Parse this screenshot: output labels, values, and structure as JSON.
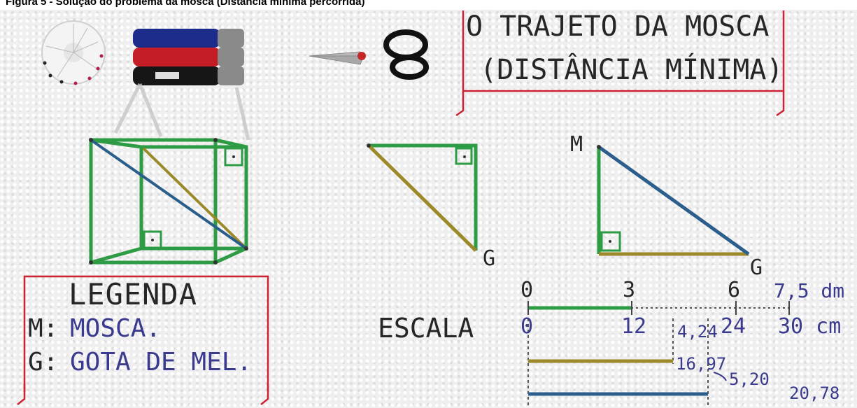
{
  "caption": "Figura 5 - Solução do problema da mosca (Distância mínima percorrida)",
  "title": {
    "line1": "O TRAJETO DA MOSCA",
    "line2": "(DISTÂNCIA MÍNIMA)"
  },
  "points": {
    "m": "M",
    "g1": "G",
    "g2": "G"
  },
  "legend": {
    "heading": "LEGENDA",
    "row1": {
      "key": "M:",
      "value": "MOSCA."
    },
    "row2": {
      "key": "G:",
      "value": "GOTA DE MEL."
    }
  },
  "scale": {
    "label": "ESCALA",
    "dm_ticks": [
      "0",
      "3",
      "6",
      "7,5 dm"
    ],
    "cm_ticks": [
      "0",
      "12",
      "24",
      "30 cm"
    ],
    "marks": [
      "4,24",
      "16,97",
      "5,20",
      "20,78"
    ]
  },
  "colors": {
    "green": "#2e9b45",
    "olive": "#9c8a2a",
    "blue": "#2c5e8c",
    "red": "#cc2233",
    "ink": "#262626",
    "pen": "#3a3a8e"
  }
}
